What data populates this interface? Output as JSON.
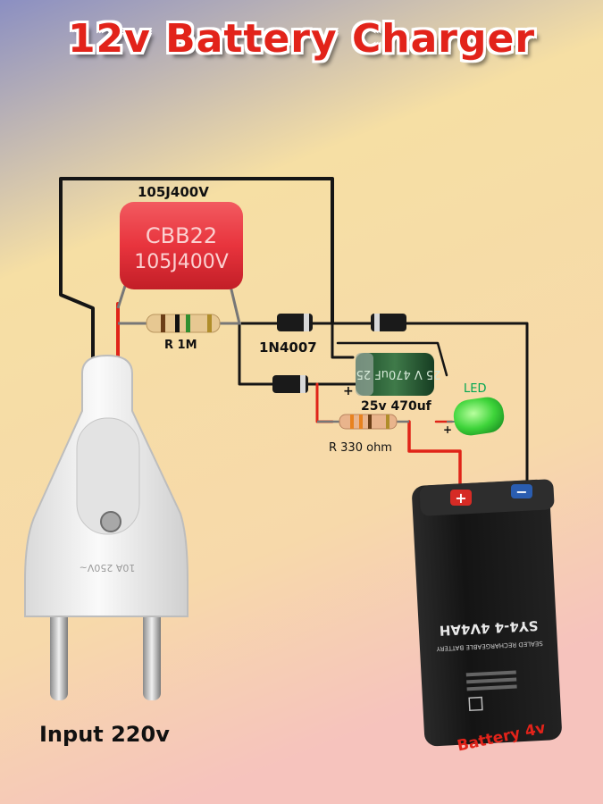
{
  "title": "12v Battery Charger",
  "labels": {
    "capacitor": "105J400V",
    "resistor_1": "R 1M",
    "diode": "1N4007",
    "electrolytic": "25v 470uf",
    "led": "LED",
    "resistor_2": "R 330 ohm",
    "input": "Input 220v",
    "battery": "Battery 4v"
  },
  "component_markings": {
    "capacitor_line1": "CBB22",
    "capacitor_line2": "105J400V",
    "ecap_text": "25 V 470uF 25",
    "battery_model": "SY4-4  4V4AH",
    "battery_small": "SEALED RECHARGEABLE BATTERY",
    "plug_text": "10A 250V~",
    "plus": "+",
    "minus": "−"
  },
  "colors": {
    "background_top": "#8b8fc2",
    "background_mid": "#f6dfa4",
    "background_bottom": "#f6c3bd",
    "title_red": "#e2231a",
    "wire_black": "#151515",
    "wire_red": "#e02418",
    "capacitor_red": "#e8343d",
    "battery_body": "#1c1c1c",
    "led_green": "#3ed43a",
    "plug_white": "#f2f2f2"
  }
}
